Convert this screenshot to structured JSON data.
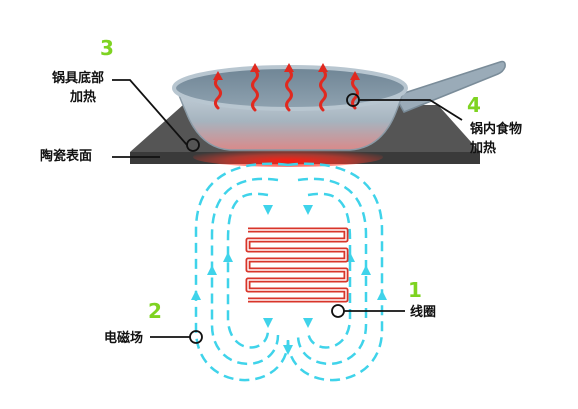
{
  "colors": {
    "number_green": "#7ed321",
    "coil_red": "#d8352a",
    "field_cyan": "#3fd3ea",
    "heat_red": "#e0291f",
    "cooktop": "#4a4a4a",
    "pan_body": "#a9b7c2",
    "label_text": "#111111"
  },
  "labels": {
    "pan_bottom_number": "3",
    "pan_bottom_line1": "锅具底部",
    "pan_bottom_line2": "加热",
    "ceramic_surface": "陶瓷表面",
    "food_number": "4",
    "food_line1": "锅内食物",
    "food_line2": "加热",
    "coil_number": "1",
    "coil_label": "线圈",
    "field_number": "2",
    "field_label": "电磁场"
  },
  "icons": {
    "heat_waves": "wavy-heat-arrow-icon",
    "field_arrows": "field-direction-arrow-icon",
    "pointer_markers": "circle-pointer-icon"
  }
}
